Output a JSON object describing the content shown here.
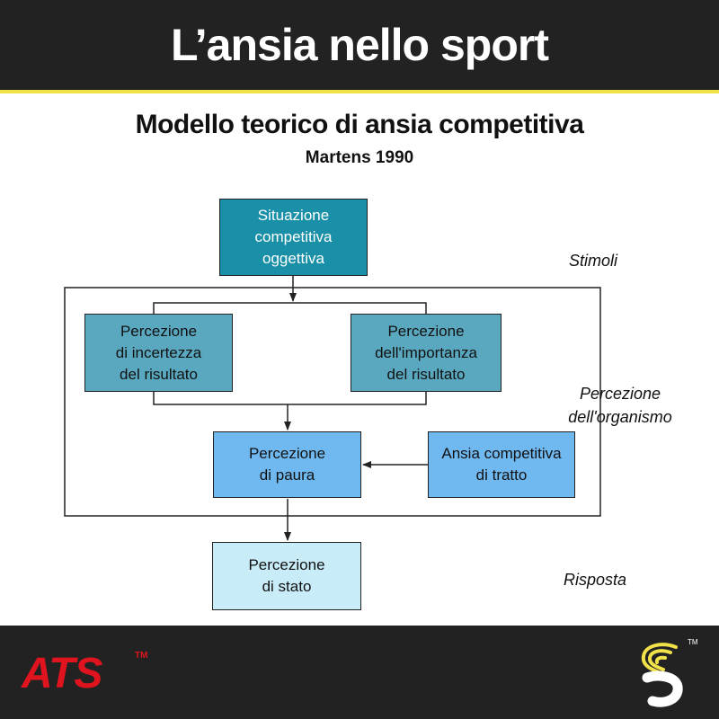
{
  "header": {
    "title": "L’ansia nello sport"
  },
  "diagram": {
    "title": "Modello teorico di ansia competitiva",
    "subtitle": "Martens 1990",
    "nodes": {
      "situazione": "Situazione\ncompetitiva\noggettiva",
      "incertezza": "Percezione\ndi incertezza\ndel risultato",
      "importanza": "Percezione\ndell'importanza\ndel risultato",
      "paura": "Percezione\ndi paura",
      "tratto": "Ansia competitiva\ndi tratto",
      "stato": "Percezione\ndi stato"
    },
    "labels": {
      "stimoli": "Stimoli",
      "organismo": "Percezione\ndell'organismo",
      "risposta": "Risposta"
    }
  },
  "footer": {
    "brand": "ATS",
    "trademark": "TM"
  },
  "colors": {
    "header_bg": "#222222",
    "accent_line": "#f2e24a",
    "node_dark": "#1a8fa8",
    "node_mid": "#5aa8bf",
    "node_blue": "#70b8f0",
    "node_light": "#c8ecf8",
    "brand_red": "#e0141e"
  }
}
